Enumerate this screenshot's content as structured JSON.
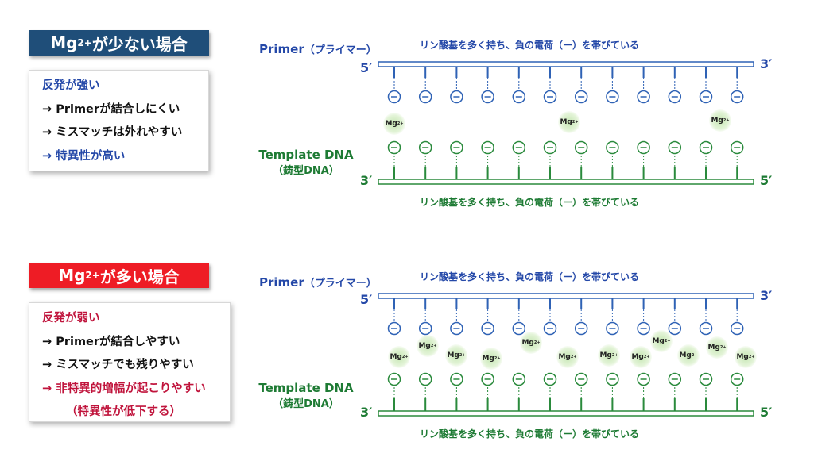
{
  "colors": {
    "blue_strand": "#2f62b5",
    "green_strand": "#2a8a3c",
    "title_low": "#1f4e79",
    "title_high": "#ee1c25"
  },
  "low": {
    "title_prefix": "Mg",
    "title_sup": "2+",
    "title_suffix": "が少ない場合",
    "notes": [
      "反発が強い",
      "→ Primerが結合しにくい",
      "→ ミスマッチは外れやすい",
      "→ 特異性が高い"
    ]
  },
  "high": {
    "title_prefix": "Mg",
    "title_sup": "2+",
    "title_suffix": "が多い場合",
    "notes": [
      "反発が弱い",
      "→ Primerが結合しやすい",
      "→ ミスマッチでも残りやすい",
      "→ 非特異的増幅が起こりやすい",
      "（特異性が低下する）"
    ]
  },
  "diagram": {
    "primer_label": "Primer",
    "primer_label_jp": "（プライマー）",
    "template_label": "Template DNA",
    "template_label_jp": "（鋳型DNA）",
    "five_prime": "5′",
    "three_prime": "3′",
    "charge_caption": "リン酸基を多く持ち、負の電荷（ー）を帯びている",
    "minus_symbol": "⊖",
    "mg_text": "Mg",
    "mg_sup": "2+"
  }
}
